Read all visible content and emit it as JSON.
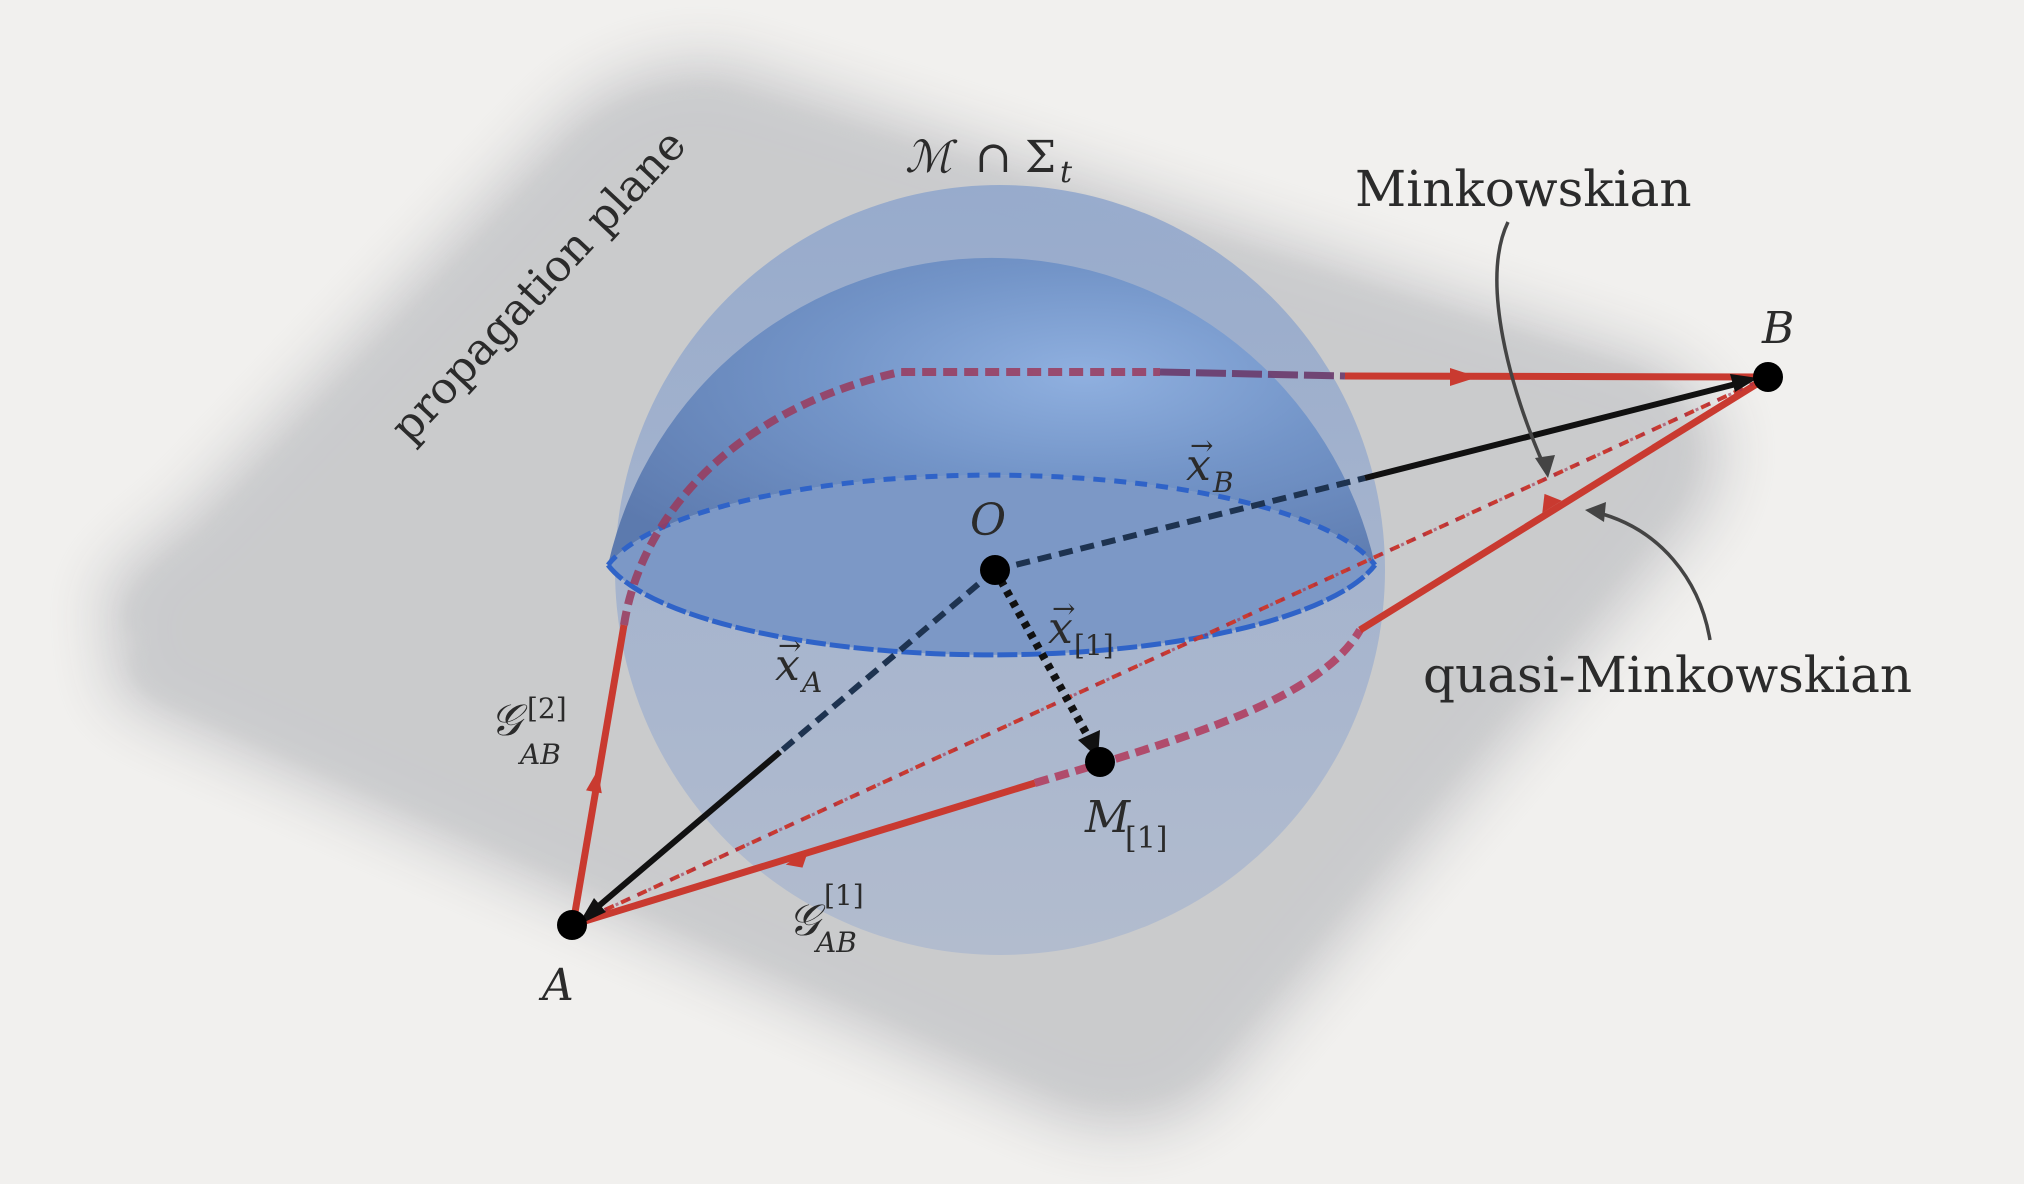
{
  "labels": {
    "propagation_plane": "propagation plane",
    "sphere_label_script": "ℳ",
    "sphere_label_op": "∩",
    "sphere_label_sigma": "Σ",
    "sphere_label_sub": "t",
    "minkowskian": "Minkowskian",
    "quasi_minkowskian": "quasi-Minkowskian",
    "point_a": "A",
    "point_b": "B",
    "point_o": "O",
    "point_m": "M",
    "point_m_sub": "[1]",
    "vec_xa": "x",
    "vec_xa_sub": "A",
    "vec_xb": "x",
    "vec_xb_sub": "B",
    "vec_x1": "x",
    "vec_x1_sub": "[1]",
    "vec_arrow": "→",
    "g1": "𝒢",
    "g1_sup": "[1]",
    "g1_sub": "AB",
    "g2": "𝒢",
    "g2_sup": "[2]",
    "g2_sub": "AB"
  },
  "colors": {
    "background": "#f1f0ee",
    "plane": "#c9cacc",
    "sphere": "#6f8fc4",
    "equator": "#2f63c8",
    "path": "#c93a30",
    "vector": "#111111",
    "dashed_vector": "#1e3350",
    "text": "#2b2b2b"
  }
}
